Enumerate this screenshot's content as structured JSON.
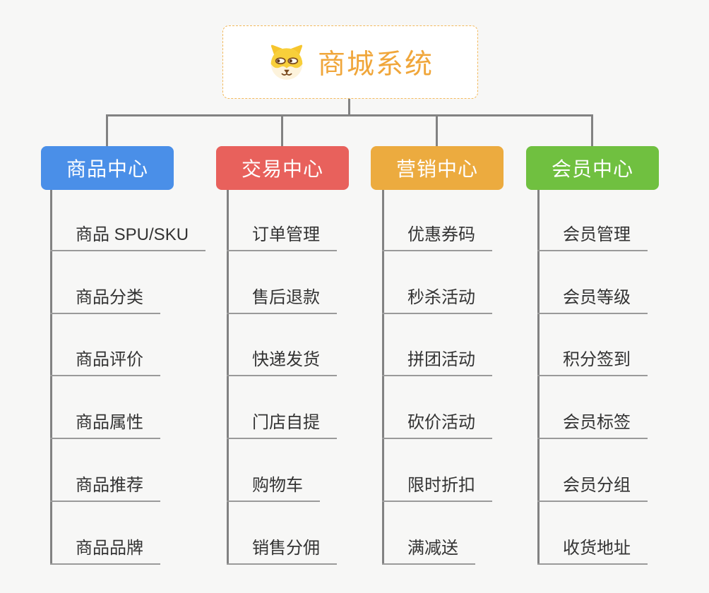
{
  "root": {
    "title": "商城系统",
    "icon": "dog-face-icon"
  },
  "branches": [
    {
      "label": "商品中心",
      "color": "#4a8fe8",
      "children": [
        "商品 SPU/SKU",
        "商品分类",
        "商品评价",
        "商品属性",
        "商品推荐",
        "商品品牌"
      ]
    },
    {
      "label": "交易中心",
      "color": "#e8615c",
      "children": [
        "订单管理",
        "售后退款",
        "快递发货",
        "门店自提",
        "购物车",
        "销售分佣"
      ]
    },
    {
      "label": "营销中心",
      "color": "#ecab3f",
      "children": [
        "优惠券码",
        "秒杀活动",
        "拼团活动",
        "砍价活动",
        "限时折扣",
        "满减送"
      ]
    },
    {
      "label": "会员中心",
      "color": "#70c040",
      "children": [
        "会员管理",
        "会员等级",
        "积分签到",
        "会员标签",
        "会员分组",
        "收货地址"
      ]
    }
  ],
  "colors": {
    "title_text": "#f0a63a",
    "root_border": "#f2b95c",
    "connector_line": "#828282",
    "leaf_underline": "#9a9a9a",
    "leaf_text": "#333333",
    "node_text": "#ffffff",
    "background": "#f7f7f6"
  }
}
